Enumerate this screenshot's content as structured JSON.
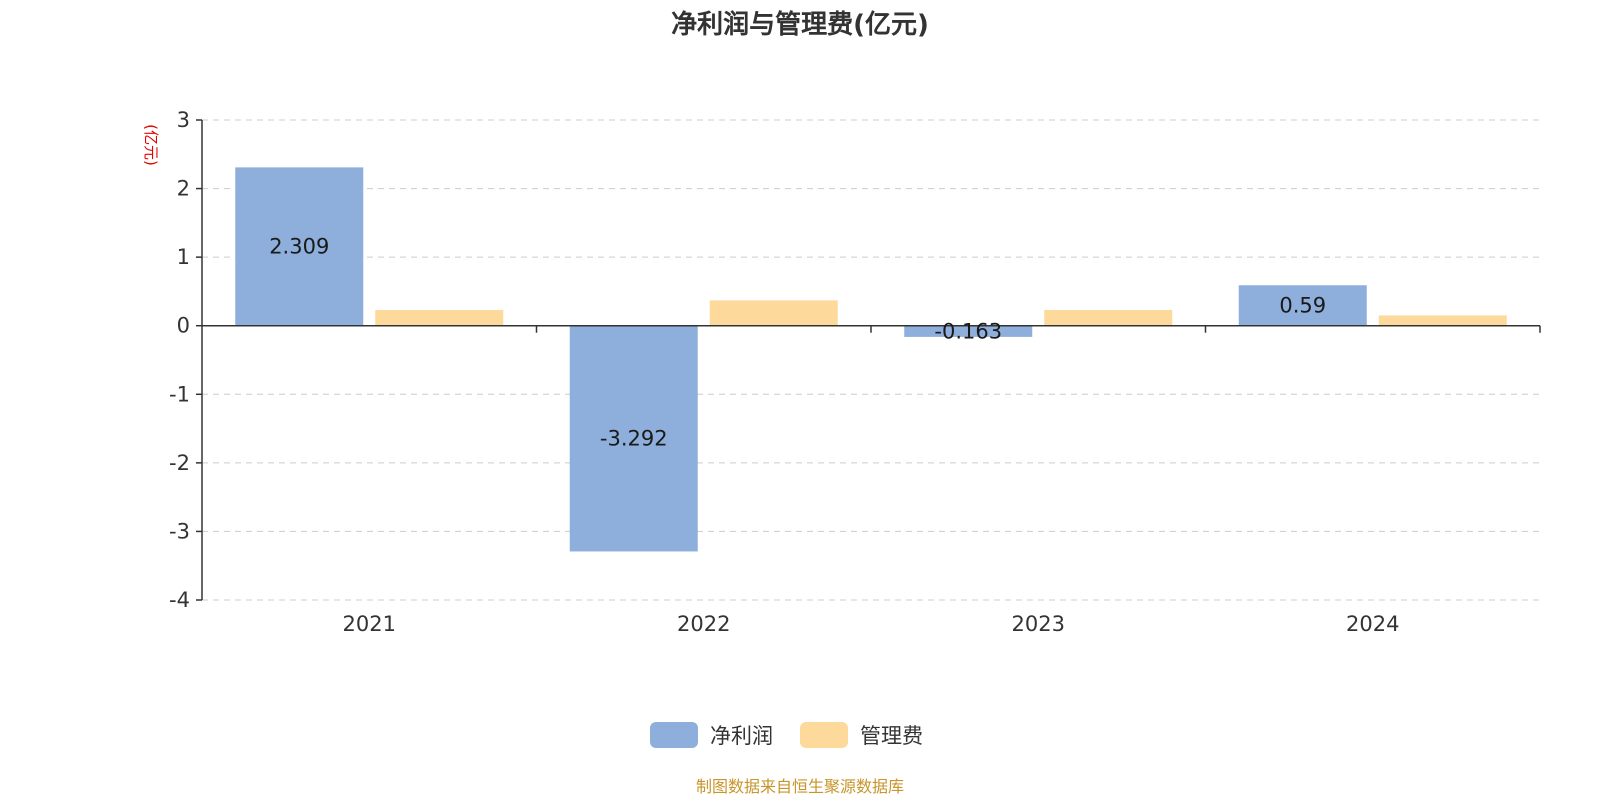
{
  "chart_data": {
    "type": "bar",
    "title": "净利润与管理费(亿元)",
    "unit_label": "(亿元)",
    "categories": [
      "2021",
      "2022",
      "2023",
      "2024"
    ],
    "series": [
      {
        "name": "净利润",
        "values": [
          2.309,
          -3.292,
          -0.163,
          0.59
        ],
        "color": "#8eaedb",
        "show_labels": true
      },
      {
        "name": "管理费",
        "values": [
          0.23,
          0.37,
          0.23,
          0.15
        ],
        "color": "#fdd99b",
        "show_labels": false
      }
    ],
    "data_labels": [
      "2.309",
      "-3.292",
      "-0.163",
      "0.59"
    ],
    "ylim": [
      -4,
      3
    ],
    "yticks": [
      3,
      2,
      1,
      0,
      -1,
      -2,
      -3,
      -4
    ],
    "grid": true,
    "legend_position": "bottom-center"
  },
  "source_text": "制图数据来自恒生聚源数据库"
}
